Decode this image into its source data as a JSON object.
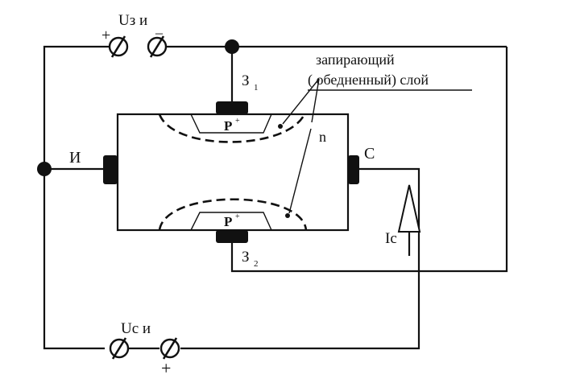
{
  "labels": {
    "gate_voltage": "Uз и",
    "gate_plus": "+",
    "gate_minus": "_",
    "gate_top": "З",
    "gate_top_sub": "1",
    "gate_bottom": "З",
    "gate_bottom_sub": "2",
    "source": "И",
    "drain": "С",
    "region_n": "n",
    "region_p_top": "P",
    "region_p_top_sup": "+",
    "region_p_bottom": "P",
    "region_p_bottom_sup": "+",
    "layer_line1": "запирающий",
    "layer_line2": "( обедненный) слой",
    "drain_current": "Ic",
    "drain_voltage": "Uc и",
    "drain_plus": "+"
  },
  "icons": {
    "terminal": "terminal-circle-slash-icon",
    "junction": "junction-dot-icon",
    "current_arrow": "current-arrow-icon"
  },
  "colors": {
    "ink": "#111111",
    "background": "#ffffff"
  }
}
